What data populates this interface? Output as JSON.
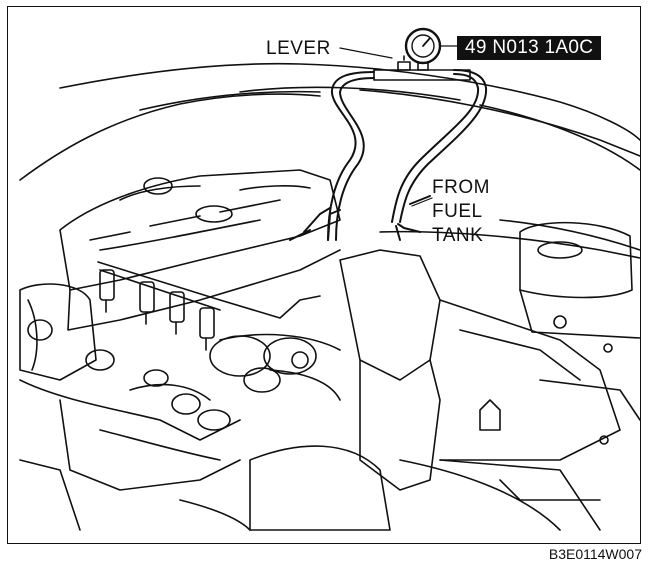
{
  "callouts": {
    "lever": "LEVER",
    "tool_number": "49 N013 1A0C",
    "from_fuel_tank": [
      "FROM",
      "FUEL",
      "TANK"
    ]
  },
  "figure_code": "B3E0114W007",
  "colors": {
    "ink": "#111111",
    "paper": "#ffffff",
    "label_fill": "#111111"
  }
}
